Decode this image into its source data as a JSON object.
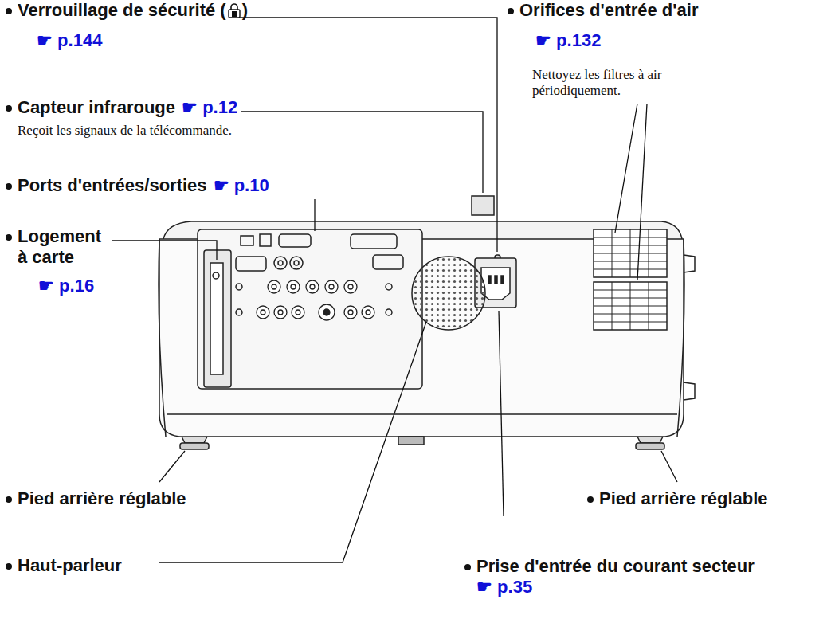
{
  "diagram": {
    "labels": [
      "Verrouillage de sécurité (",
      ")",
      "☛ p.144",
      "Capteur infrarouge",
      "☛ p.12",
      "Reçoit les signaux de la télécommande.",
      "Ports d'entrées/sorties",
      "☛ p.10",
      "Logement à carte",
      "☛ p.16",
      "Orifices d'entrée d'air",
      "☛ p.132",
      "Nettoyez les filtres à air périodiquement.",
      "Pied arrière réglable",
      "Pied arrière réglable",
      "Haut-parleur",
      "Prise d'entrée du courant secteur",
      "☛ p.35"
    ]
  }
}
